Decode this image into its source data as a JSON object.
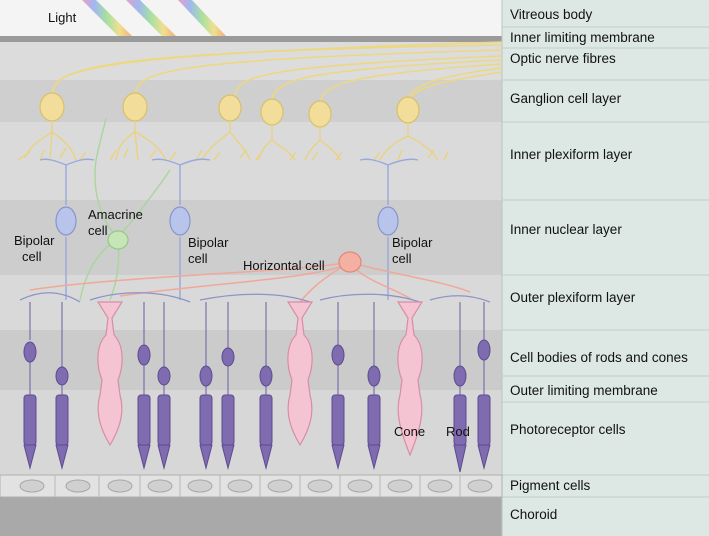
{
  "light_label": "Light",
  "layers": [
    "Vitreous body",
    "Inner limiting membrane",
    "Optic nerve fibres",
    "Ganglion cell layer",
    "Inner plexiform layer",
    "Inner nuclear layer",
    "Outer plexiform layer",
    "Cell bodies of rods and cones",
    "Outer limiting membrane",
    "Photoreceptor cells",
    "Pigment cells",
    "Choroid"
  ],
  "cell_labels": {
    "amacrine_line1": "Amacrine",
    "amacrine_line2": "cell",
    "bipolar_line1": "Bipolar",
    "bipolar_line2": "cell",
    "horizontal": "Horizontal cell",
    "cone": "Cone",
    "rod": "Rod"
  },
  "colors": {
    "ganglion": "#f2de9a",
    "bipolar": "#b9c4ea",
    "amacrine": "#c6e6b8",
    "horizontal": "#f4b0a2",
    "rod": "#7f6bb0",
    "cone": "#f5c4d2",
    "sidebar": "#dde7e4"
  }
}
